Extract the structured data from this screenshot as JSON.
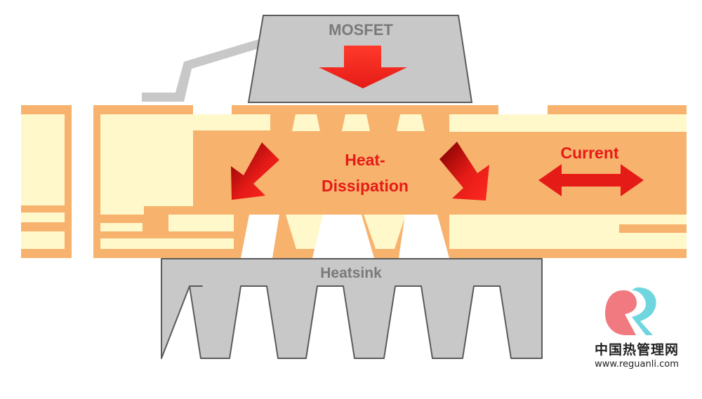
{
  "labels": {
    "mosfet": "MOSFET",
    "heat_line1": "Heat-",
    "heat_line2": "Dissipation",
    "current": "Current",
    "heatsink": "Heatsink"
  },
  "logo": {
    "name_cn": "中国热管理网",
    "url": "www.reguanli.com"
  },
  "colors": {
    "pcb_copper": "#f7b26d",
    "pcb_core": "#fef8cb",
    "component_gray": "#c8c8c8",
    "outline_gray": "#5a5a5a",
    "label_gray": "#7a7a7a",
    "arrow_red": "#e51b17",
    "text_red": "#e51b17"
  }
}
